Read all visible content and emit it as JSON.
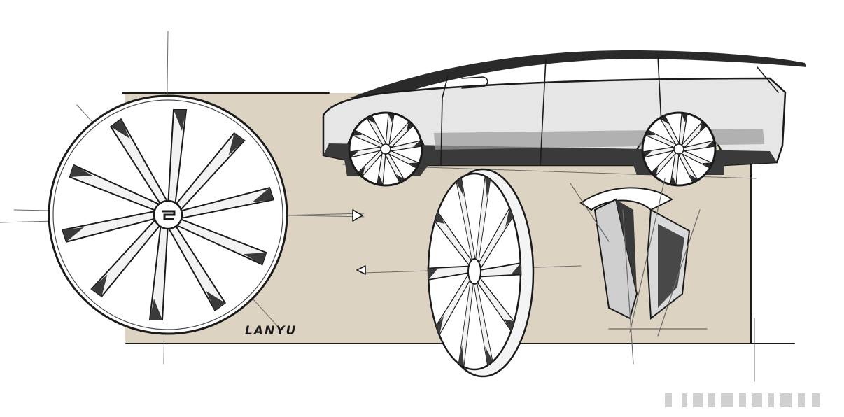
{
  "sketch": {
    "signature": "LANYU",
    "colors": {
      "paper": "#ffffff",
      "backdrop": "#dcd3c3",
      "ink": "#1b1b1b",
      "car_body": "#e6e6e6",
      "car_shadow": "#9a9a9a"
    },
    "subjects": [
      "wheel-front-view",
      "car-side-view",
      "wheel-three-quarter-view",
      "spoke-detail"
    ]
  }
}
